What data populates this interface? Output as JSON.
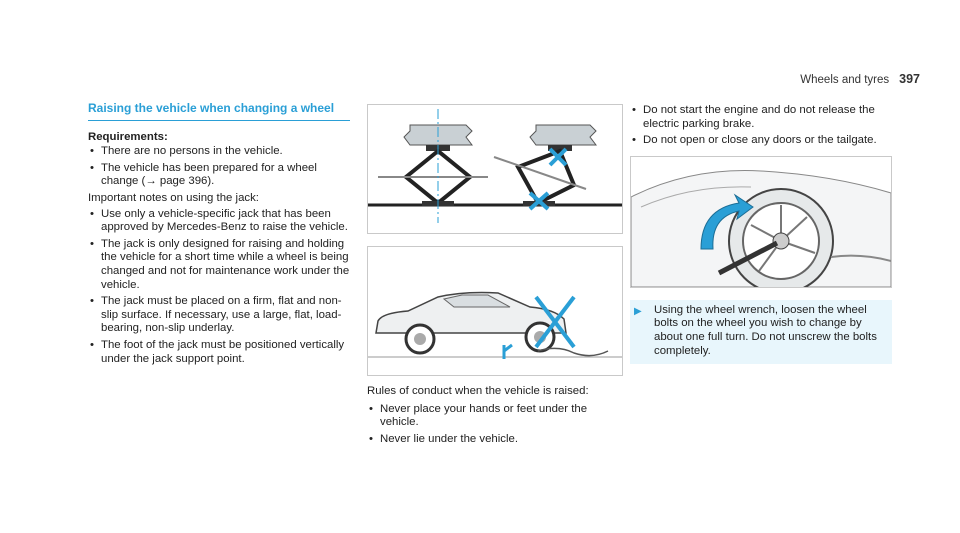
{
  "header": {
    "section": "Wheels and tyres",
    "page_number": "397"
  },
  "col1": {
    "title": "Raising the vehicle when changing a wheel",
    "requirements_label": "Requirements:",
    "requirements": [
      "There are no persons in the vehicle.",
      "The vehicle has been prepared for a wheel change (→ page 396)."
    ],
    "notes_intro": "Important notes on using the jack:",
    "notes": [
      "Use only a vehicle-specific jack that has been approved by Mercedes-Benz to raise the vehicle.",
      "The jack is only designed for raising and holding the vehicle for a short time while a wheel is being changed and not for maintenance work under the vehicle.",
      "The jack must be placed on a firm, flat and non-slip surface. If necessary, use a large, flat, load-bearing, non-slip underlay.",
      "The foot of the jack must be positioned vertically under the jack support point."
    ]
  },
  "col2": {
    "conduct_intro": "Rules of conduct when the vehicle is raised:",
    "conduct": [
      "Never place your hands or feet under the vehicle.",
      "Never lie under the vehicle."
    ]
  },
  "col3": {
    "bullets": [
      "Do not start the engine and do not release the electric parking brake.",
      "Do not open or close any doors or the tailgate."
    ],
    "step": "Using the wheel wrench, loosen the wheel bolts on the wheel you wish to change by about one full turn. Do not unscrew the bolts completely."
  },
  "colors": {
    "accent": "#2a9fd6",
    "step_bg": "#e8f6fc",
    "frame": "#c9c9c9"
  },
  "icons": {
    "step_marker": "triangle-right-icon",
    "forbidden": "cross-mark-icon"
  }
}
